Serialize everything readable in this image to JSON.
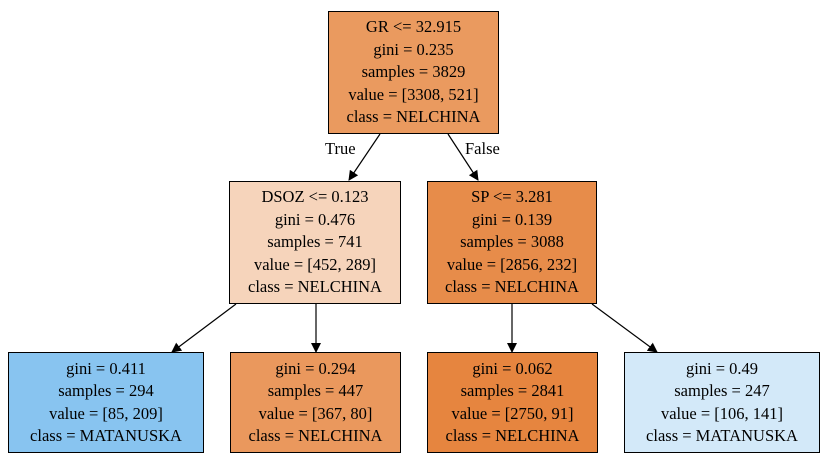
{
  "colors": {
    "nelchina_strong": "#e58139",
    "nelchina_medium": "#ea9a5f",
    "nelchina_light": "#f6d4bb",
    "matanuska_medium": "#88c4f0",
    "matanuska_light": "#d3e9f9",
    "border": "#000000",
    "edge": "#000000"
  },
  "edge_labels": {
    "true_label": "True",
    "false_label": "False"
  },
  "nodes": {
    "root": {
      "split": "GR <= 32.915",
      "gini": "gini = 0.235",
      "samples": "samples = 3829",
      "value": "value = [3308, 521]",
      "class": "class = NELCHINA",
      "fill": "#ea9a5f"
    },
    "left": {
      "split": "DSOZ <= 0.123",
      "gini": "gini = 0.476",
      "samples": "samples = 741",
      "value": "value = [452, 289]",
      "class": "class = NELCHINA",
      "fill": "#f6d4bb"
    },
    "right": {
      "split": "SP <= 3.281",
      "gini": "gini = 0.139",
      "samples": "samples = 3088",
      "value": "value = [2856, 232]",
      "class": "class = NELCHINA",
      "fill": "#e78c4a"
    },
    "leaf1": {
      "gini": "gini = 0.411",
      "samples": "samples = 294",
      "value": "value = [85, 209]",
      "class": "class = MATANUSKA",
      "fill": "#88c4f0"
    },
    "leaf2": {
      "gini": "gini = 0.294",
      "samples": "samples = 447",
      "value": "value = [367, 80]",
      "class": "class = NELCHINA",
      "fill": "#ea985d"
    },
    "leaf3": {
      "gini": "gini = 0.062",
      "samples": "samples = 2841",
      "value": "value = [2750, 91]",
      "class": "class = NELCHINA",
      "fill": "#e6853f"
    },
    "leaf4": {
      "gini": "gini = 0.49",
      "samples": "samples = 247",
      "value": "value = [106, 141]",
      "class": "class = MATANUSKA",
      "fill": "#d3e9f9"
    }
  }
}
